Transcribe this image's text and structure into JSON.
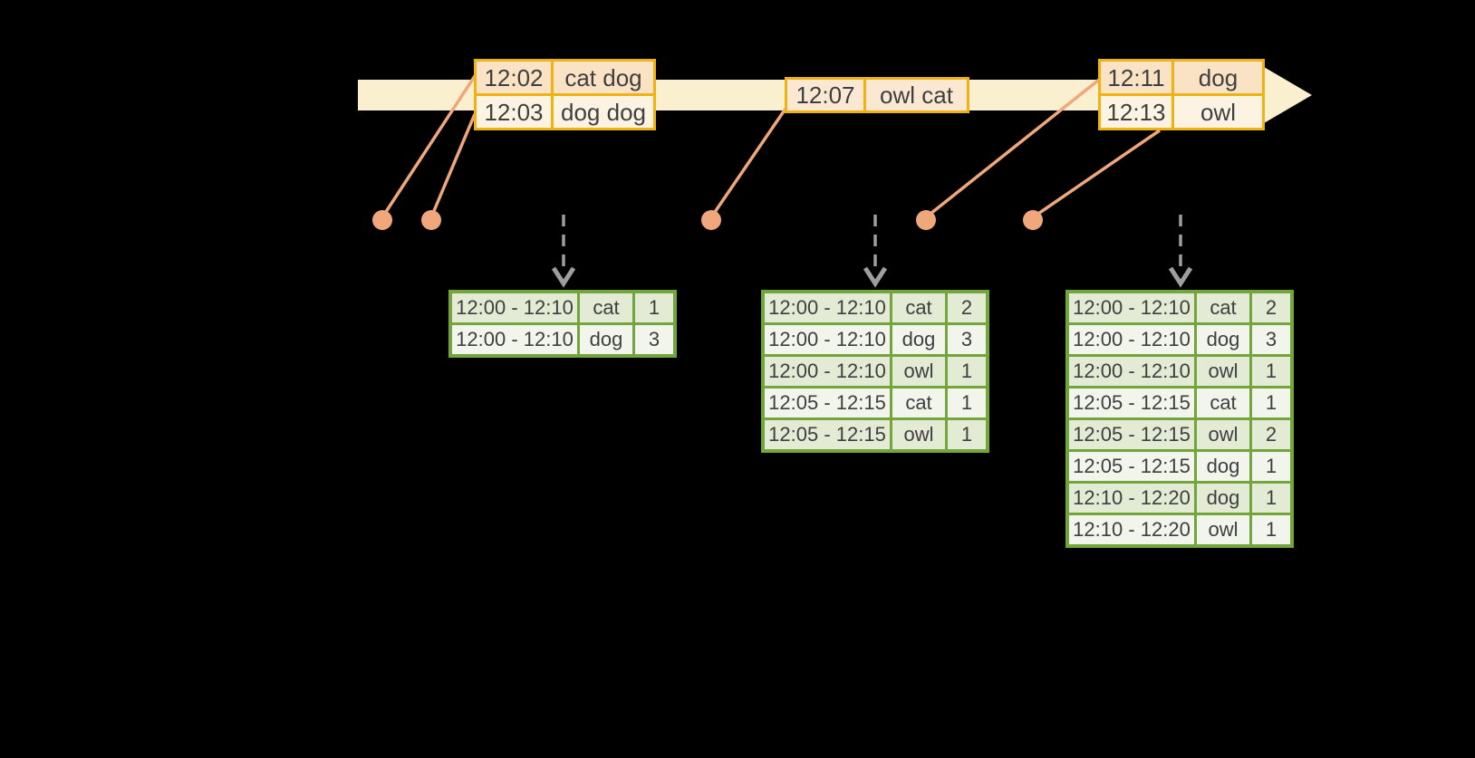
{
  "colors": {
    "background": "#000000",
    "timeline_fill": "#FAF0CF",
    "event_box_border": "#F0B212",
    "event_row_dark": "#FAE3C4",
    "event_row_light": "#FDF3E3",
    "event_row_single": "#FBE8D2",
    "pointer_salmon": "#F0A77B",
    "trigger_arrow_gray": "#9E9E9E",
    "table_border_green": "#72A63D",
    "table_row_dark": "#E3EBD4",
    "table_row_light": "#F2F5EC",
    "text": "#3F3F3F"
  },
  "timeline": {
    "events": [
      {
        "rows": [
          [
            "12:02",
            "cat dog"
          ],
          [
            "12:03",
            "dog dog"
          ]
        ]
      },
      {
        "rows": [
          [
            "12:07",
            "owl cat"
          ]
        ]
      },
      {
        "rows": [
          [
            "12:11",
            "dog"
          ],
          [
            "12:13",
            "owl"
          ]
        ]
      }
    ]
  },
  "result_tables": [
    {
      "rows": [
        [
          "12:00 - 12:10",
          "cat",
          "1"
        ],
        [
          "12:00 - 12:10",
          "dog",
          "3"
        ]
      ]
    },
    {
      "rows": [
        [
          "12:00 - 12:10",
          "cat",
          "2"
        ],
        [
          "12:00 - 12:10",
          "dog",
          "3"
        ],
        [
          "12:00 - 12:10",
          "owl",
          "1"
        ],
        [
          "12:05 - 12:15",
          "cat",
          "1"
        ],
        [
          "12:05 - 12:15",
          "owl",
          "1"
        ]
      ]
    },
    {
      "rows": [
        [
          "12:00 - 12:10",
          "cat",
          "2"
        ],
        [
          "12:00 - 12:10",
          "dog",
          "3"
        ],
        [
          "12:00 - 12:10",
          "owl",
          "1"
        ],
        [
          "12:05 - 12:15",
          "cat",
          "1"
        ],
        [
          "12:05 - 12:15",
          "owl",
          "2"
        ],
        [
          "12:05 - 12:15",
          "dog",
          "1"
        ],
        [
          "12:10 - 12:20",
          "dog",
          "1"
        ],
        [
          "12:10 - 12:20",
          "owl",
          "1"
        ]
      ]
    }
  ]
}
